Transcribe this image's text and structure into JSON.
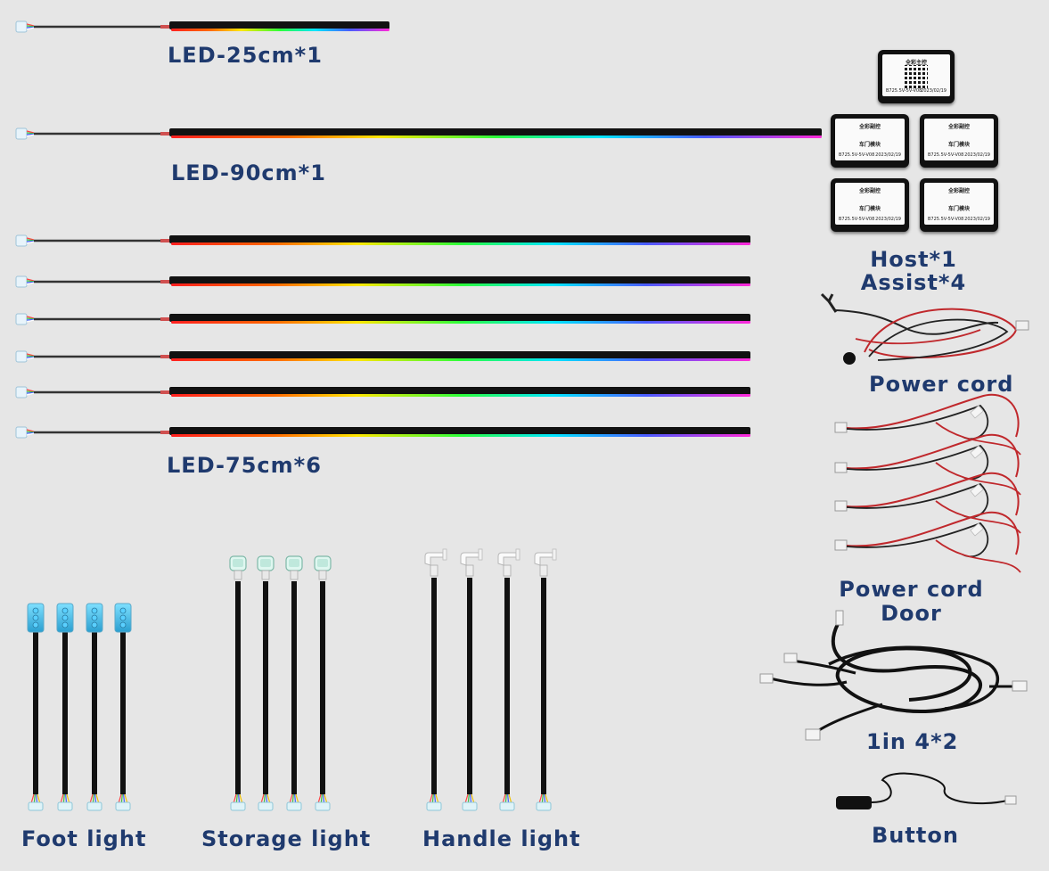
{
  "labels": {
    "led25": "LED-25cm*1",
    "led90": "LED-90cm*1",
    "led75": "LED-75cm*6",
    "host_line1": "Host*1",
    "host_line2": "Assist*4",
    "power_cord": "Power cord",
    "power_cord_door_line1": "Power cord",
    "power_cord_door_line2": "Door",
    "one_in_four": "1in 4*2",
    "button": "Button",
    "foot_light": "Foot light",
    "storage_light": "Storage light",
    "handle_light": "Handle light"
  },
  "host_module": {
    "title": "全彩主控",
    "footer_left": "B725.5V-5V-V08",
    "footer_right": "2023/02/19"
  },
  "assist_module": {
    "title": "全彩副控",
    "subtitle": "车门模块",
    "footer_left": "B725.5V-5V-V08",
    "footer_right": "2023/02/19"
  },
  "colors": {
    "label": "#1f3a6e",
    "background": "#e6e6e6"
  }
}
